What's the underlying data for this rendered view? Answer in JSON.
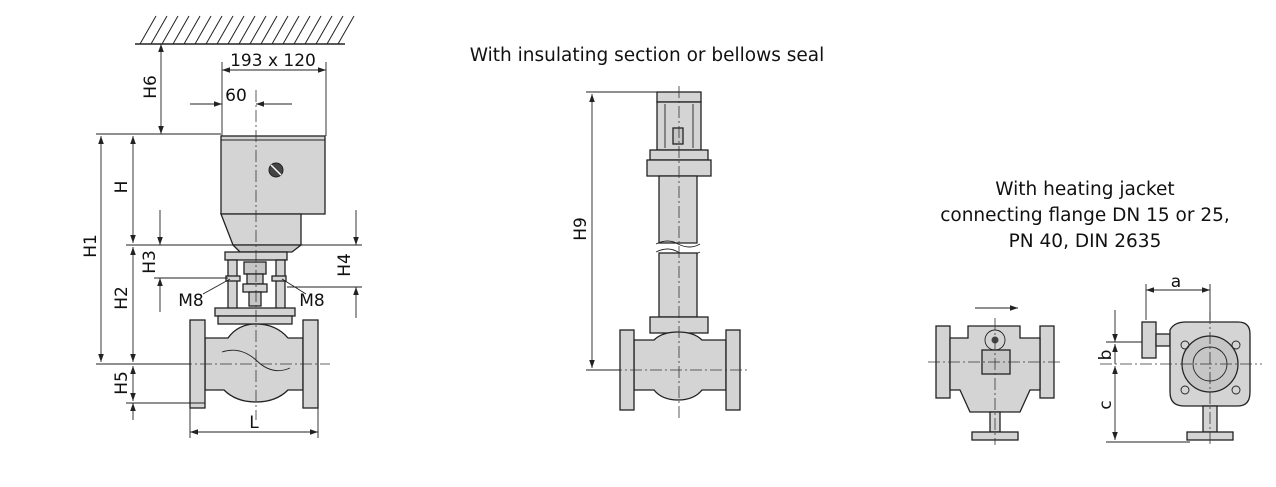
{
  "diagram": {
    "captions": {
      "insulating": "With insulating section or bellows seal",
      "heating_line1": "With heating jacket",
      "heating_line2": "connecting flange DN 15 or 25,",
      "heating_line3": "PN 40, DIN 2635"
    },
    "dimensions": {
      "actuator_size": "193 x 120",
      "offset": "60",
      "h6": "H6",
      "h": "H",
      "h1": "H1",
      "h2": "H2",
      "h3": "H3",
      "h4": "H4",
      "h5": "H5",
      "h9": "H9",
      "l": "L",
      "m8_left": "M8",
      "m8_right": "M8",
      "a": "a",
      "b": "b",
      "c": "c"
    }
  }
}
